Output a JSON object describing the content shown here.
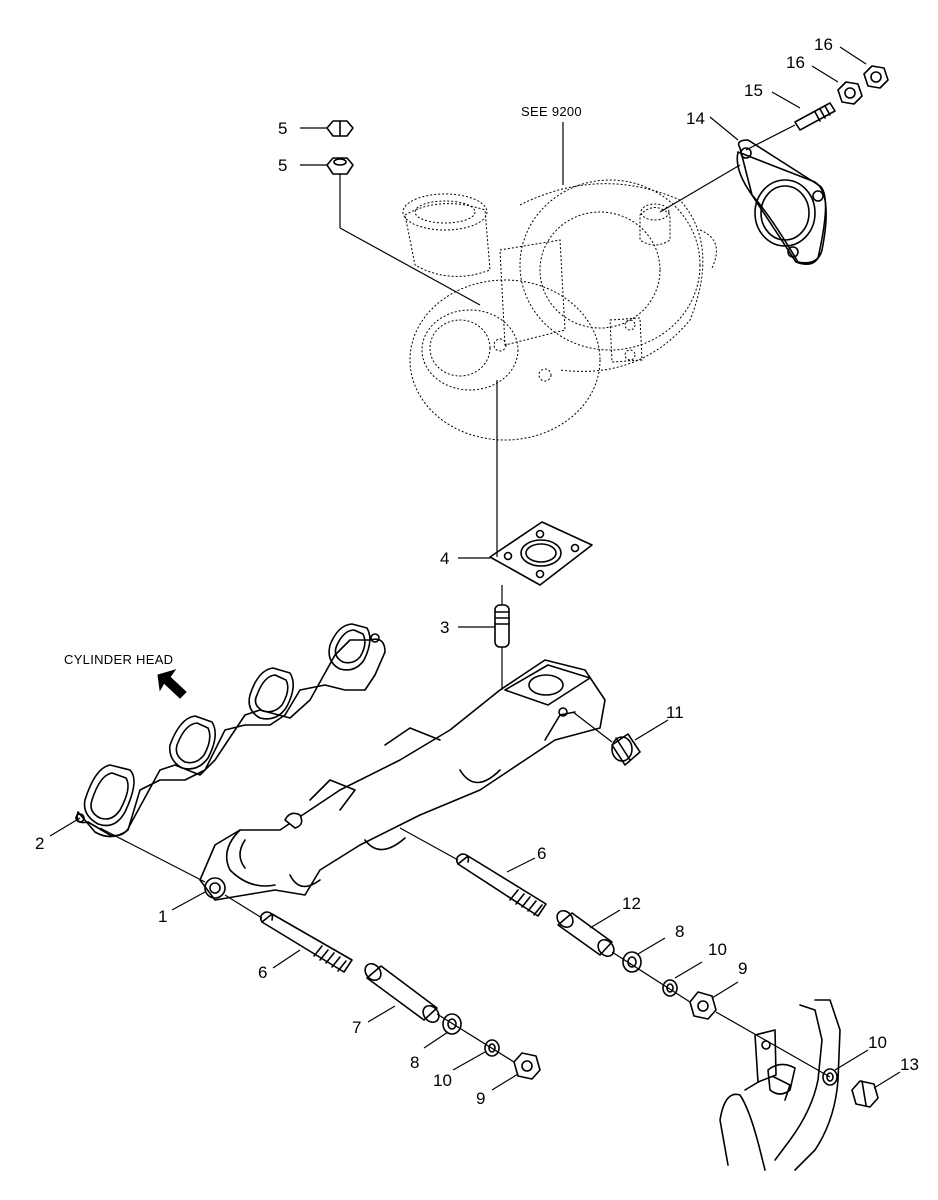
{
  "notes": {
    "see_ref": "SEE 9200",
    "cylinder_head": "CYLINDER HEAD"
  },
  "callouts": {
    "c1": "1",
    "c2": "2",
    "c3": "3",
    "c4": "4",
    "c5a": "5",
    "c5b": "5",
    "c6a": "6",
    "c6b": "6",
    "c7": "7",
    "c8a": "8",
    "c8b": "8",
    "c9a": "9",
    "c9b": "9",
    "c10a": "10",
    "c10b": "10",
    "c10c": "10",
    "c11": "11",
    "c12": "12",
    "c13": "13",
    "c14": "14",
    "c15": "15",
    "c16a": "16",
    "c16b": "16"
  }
}
